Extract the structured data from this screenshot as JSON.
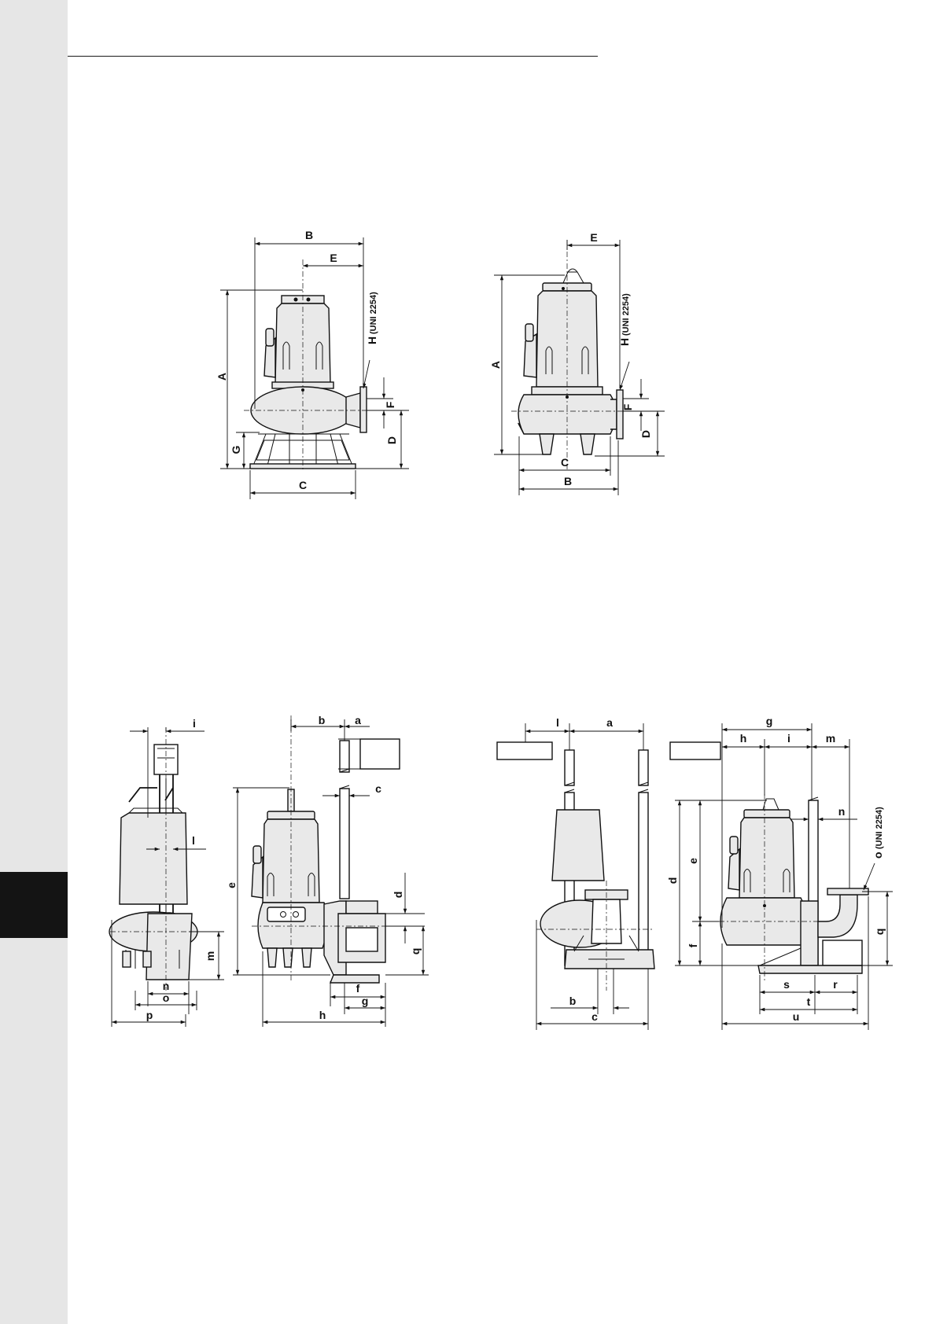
{
  "page": {
    "side_tab_color": "#141414",
    "side_strip_color": "#e6e6e6"
  },
  "figure1": {
    "labels": {
      "A": "A",
      "B": "B",
      "C": "C",
      "D": "D",
      "E": "E",
      "F": "F",
      "G": "G",
      "H": "H",
      "H_std": "(UNI 2254)"
    }
  },
  "figure2": {
    "labels": {
      "A": "A",
      "B": "B",
      "C": "C",
      "D": "D",
      "E": "E",
      "F": "F",
      "H": "H",
      "H_std": "(UNI 2254)"
    }
  },
  "figure3": {
    "labels": {
      "a": "a",
      "b": "b",
      "c": "c",
      "d": "d",
      "e": "e",
      "f": "f",
      "g": "g",
      "h": "h",
      "i": "i",
      "l": "l",
      "m": "m",
      "n": "n",
      "o": "o",
      "p": "p",
      "q": "q"
    }
  },
  "figure4": {
    "labels": {
      "a": "a",
      "b": "b",
      "c": "c",
      "d": "d",
      "e": "e",
      "f": "f",
      "g": "g",
      "h": "h",
      "i": "i",
      "l": "l",
      "m": "m",
      "n": "n",
      "o": "o",
      "o_std": "(UNI 2254)",
      "q": "q",
      "r": "r",
      "s": "s",
      "t": "t",
      "u": "u"
    }
  }
}
